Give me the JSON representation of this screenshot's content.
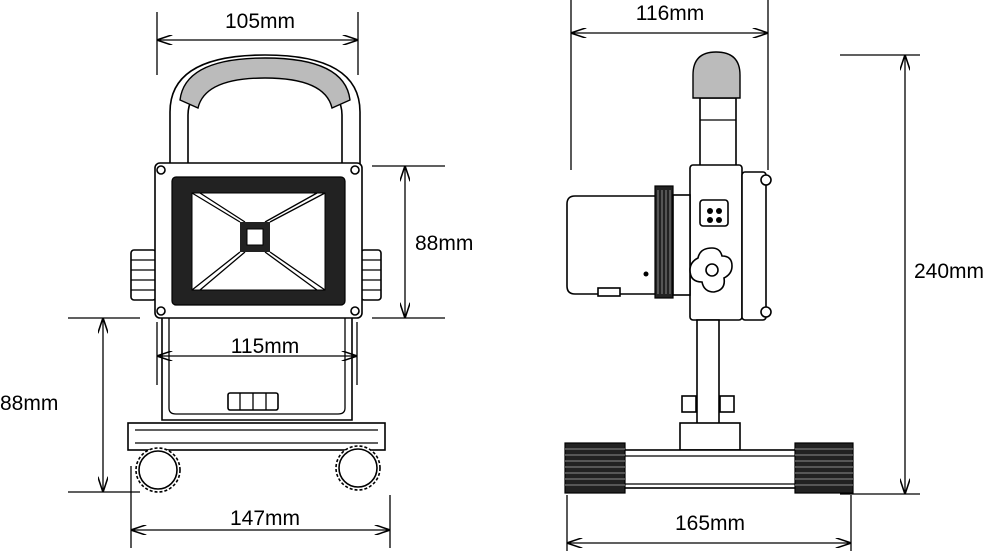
{
  "front_view": {
    "width_top": "105mm",
    "height_housing": "88mm",
    "width_stand": "115mm",
    "height_base": "88mm",
    "width_base": "147mm"
  },
  "side_view": {
    "depth": "116mm",
    "total_height": "240mm",
    "base_length": "165mm"
  },
  "colors": {
    "line": "#000000",
    "dark": "#222222",
    "grip": "#bbbbbb"
  }
}
